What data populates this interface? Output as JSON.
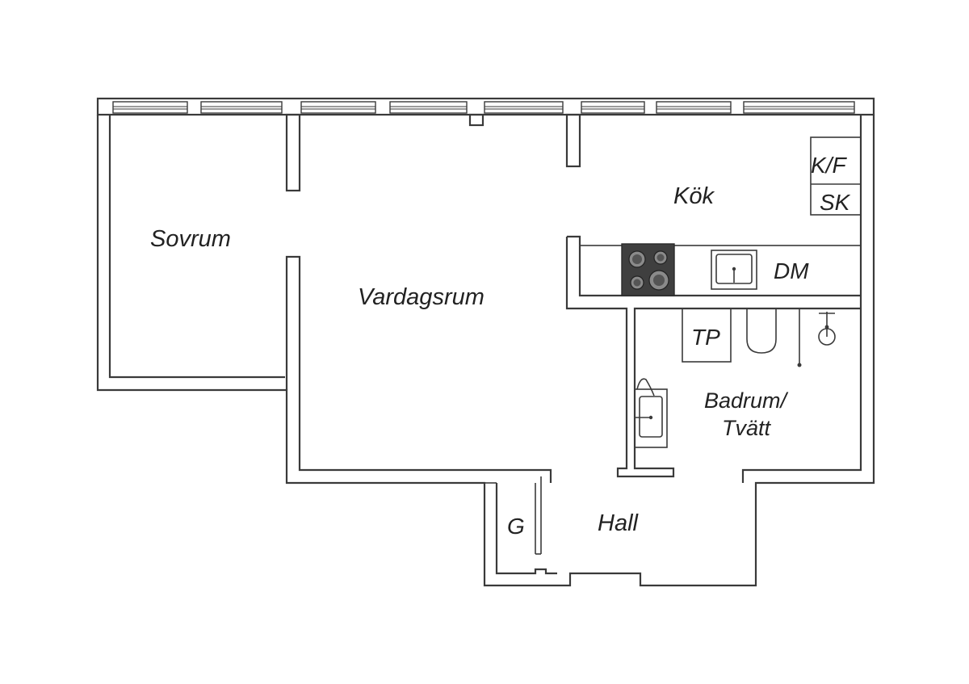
{
  "rooms": {
    "sovrum": "Sovrum",
    "vardagsrum": "Vardagsrum",
    "kok": "Kök",
    "badrum_line1": "Badrum/",
    "badrum_line2": "Tvätt",
    "hall": "Hall"
  },
  "fixtures": {
    "kyl_frys": "K/F",
    "skafferi": "SK",
    "diskmaskin": "DM",
    "torktumlare": "TP",
    "garderob": "G"
  },
  "colors": {
    "wall": "#3a3a3a",
    "stove": "#3f3f3f",
    "background": "#ffffff"
  }
}
